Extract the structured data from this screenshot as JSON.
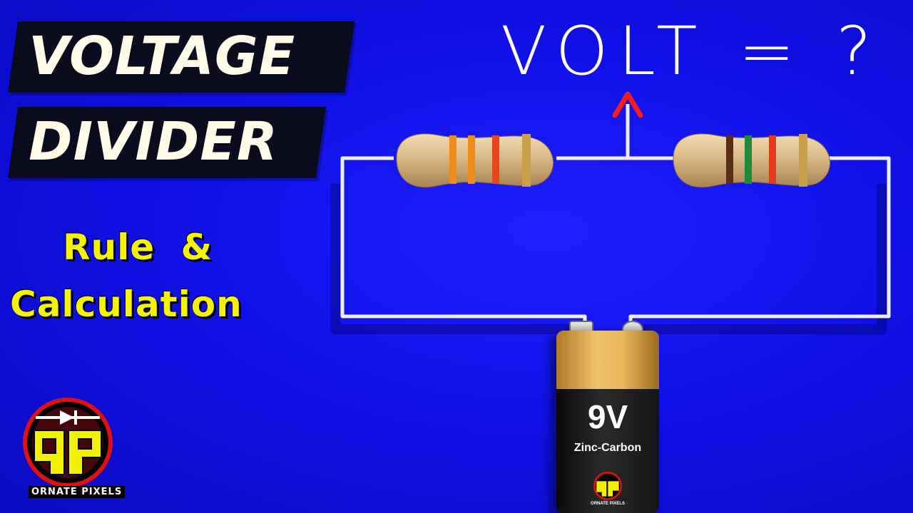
{
  "title": {
    "line1": "VOLTAGE",
    "line2": "DIVIDER"
  },
  "subtitle": {
    "line1": "Rule &",
    "line2": "Calculation"
  },
  "question": "VOLT = ?",
  "battery": {
    "voltage": "9V",
    "type": "Zinc-Carbon"
  },
  "logo": {
    "brand": "ORNATE PIXELS",
    "initials": "OP"
  },
  "colors": {
    "background": "#1414f0",
    "title_bg": "#0b0b1e",
    "title_text": "#fffbe8",
    "subtitle_text": "#f4f400",
    "arrow": "#ff1a1a",
    "wire": "#eeeeee"
  },
  "resistors": [
    {
      "bands": [
        "#f08a1a",
        "#f08a1a",
        "#e8451e",
        "#c9a14a"
      ]
    },
    {
      "bands": [
        "#5a2e14",
        "#1f8a3a",
        "#e23a1a",
        "#c9a14a"
      ]
    }
  ]
}
